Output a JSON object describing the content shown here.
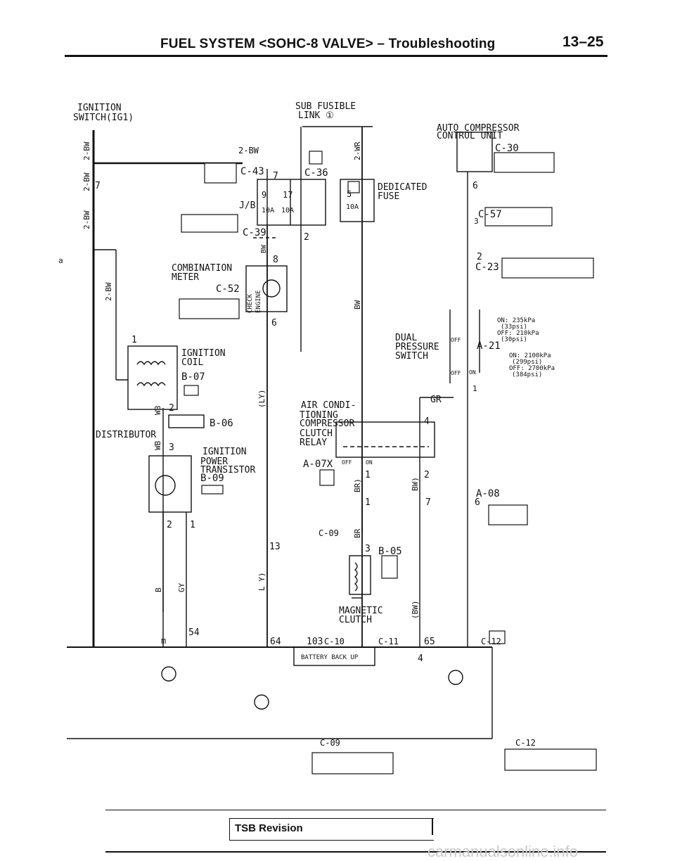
{
  "header": {
    "title": "FUEL SYSTEM <SOHC-8 VALVE> – Troubleshooting",
    "page": "13–25"
  },
  "labels": {
    "ignition_switch": [
      "IGNITION",
      "SWITCH(IG1)"
    ],
    "sub_fusible_link": [
      "SUB FUSIBLE",
      "LINK ①"
    ],
    "auto_compressor": [
      "AUTO COMPRESSOR",
      "CONTROL UNIT"
    ],
    "dedicated_fuse": [
      "DEDICATED",
      "FUSE"
    ],
    "jb": "J/B",
    "fuse_10a": "10A",
    "combination_meter": [
      "COMBINATION",
      "METER"
    ],
    "check_engine": [
      "CHECK",
      "ENGINE"
    ],
    "ignition_coil": [
      "IGNITION",
      "COIL"
    ],
    "distributor": "DISTRIBUTOR",
    "power_transistor": [
      "IGNITION",
      "POWER",
      "TRANSISTOR"
    ],
    "ac_clutch_relay": [
      "AIR CONDI-",
      "TIONING",
      "COMPRESSOR",
      "CLUTCH",
      "RELAY"
    ],
    "magnetic_clutch": [
      "MAGNETIC",
      "CLUTCH"
    ],
    "dual_pressure_switch": [
      "DUAL",
      "PRESSURE",
      "SWITCH"
    ],
    "battery_backup": "BATTERY BACK UP",
    "pressure_notes": [
      "ON: 235kPa",
      "(33psi)",
      "OFF: 210kPa",
      "(30psi)"
    ],
    "pressure_notes2": [
      "ON: 2100kPa",
      "(299psi)",
      "OFF: 2700kPa",
      "(384psi)"
    ],
    "off": "OFF",
    "on": "ON",
    "gr": "GR",
    "wire": {
      "bw": "BW",
      "two_bw": "2-BW",
      "two_wr": "2-WR",
      "wb": "WB",
      "b": "B",
      "gy": "GY",
      "ly": "(LY)",
      "ly2": "L Y)",
      "br": "BR",
      "br_p": "BR)",
      "bw_p": "BW)",
      "bw_p2": "(BW)"
    },
    "connectors": {
      "c30": "C-30",
      "c43": "C-43",
      "c36": "C-36",
      "c39": "C-39",
      "c57": "C-57",
      "c23": "C-23",
      "c52": "C-52",
      "a21": "A-21",
      "b07": "B-07",
      "b06": "B-06",
      "b09": "B-09",
      "a07x": "A-07X",
      "a08": "A-08",
      "b05": "B-05",
      "c09": "C-09",
      "c10": "C-10",
      "c11": "C-11",
      "c12": "C-12"
    },
    "pins": {
      "p1": "1",
      "p2": "2",
      "p3": "3",
      "p4": "4",
      "p5": "5",
      "p6": "6",
      "p7": "7",
      "p8": "8",
      "p9": "9",
      "p13": "13",
      "p17": "17",
      "p54": "54",
      "p64": "64",
      "p65": "65",
      "p103": "103",
      "a": "a",
      "m": "m"
    }
  },
  "footer": {
    "tsb": "TSB Revision",
    "watermark": "carmanualsonline.info"
  }
}
